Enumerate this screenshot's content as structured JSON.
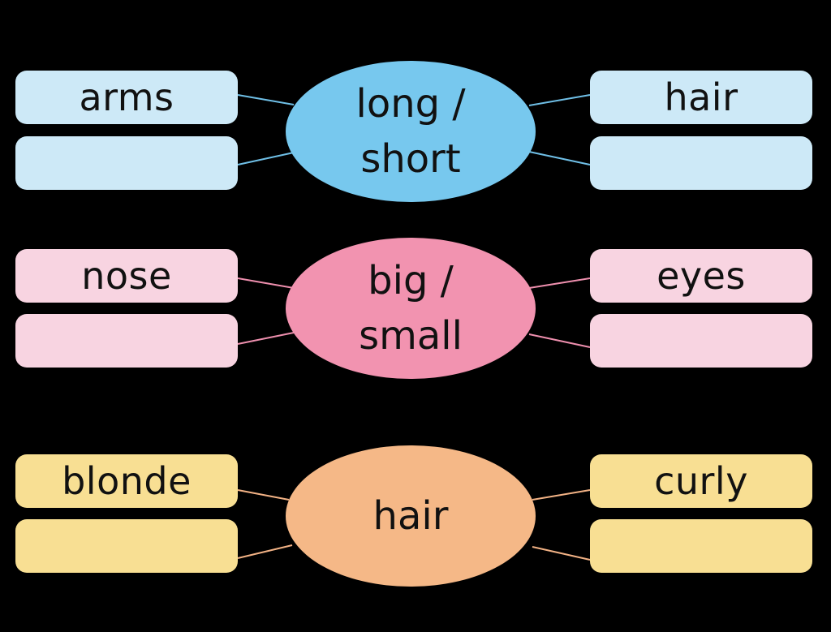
{
  "groups": [
    {
      "id": "length",
      "center": {
        "line1": "long /",
        "line2": "short"
      },
      "left_boxes": [
        "arms",
        ""
      ],
      "right_boxes": [
        "hair",
        ""
      ],
      "colors": {
        "ellipse": "#77C8EE",
        "box": "#CDE9F7",
        "line": "#6FBFE6"
      }
    },
    {
      "id": "size",
      "center": {
        "line1": "big /",
        "line2": "small"
      },
      "left_boxes": [
        "nose",
        ""
      ],
      "right_boxes": [
        "eyes",
        ""
      ],
      "colors": {
        "ellipse": "#F293B0",
        "box": "#F8D4E1",
        "line": "#EE8FAE"
      }
    },
    {
      "id": "hair",
      "center": {
        "line1": "hair",
        "line2": ""
      },
      "left_boxes": [
        "blonde",
        ""
      ],
      "right_boxes": [
        "curly",
        ""
      ],
      "colors": {
        "ellipse": "#F5B887",
        "box": "#F8DF93",
        "line": "#F2B285"
      }
    }
  ]
}
